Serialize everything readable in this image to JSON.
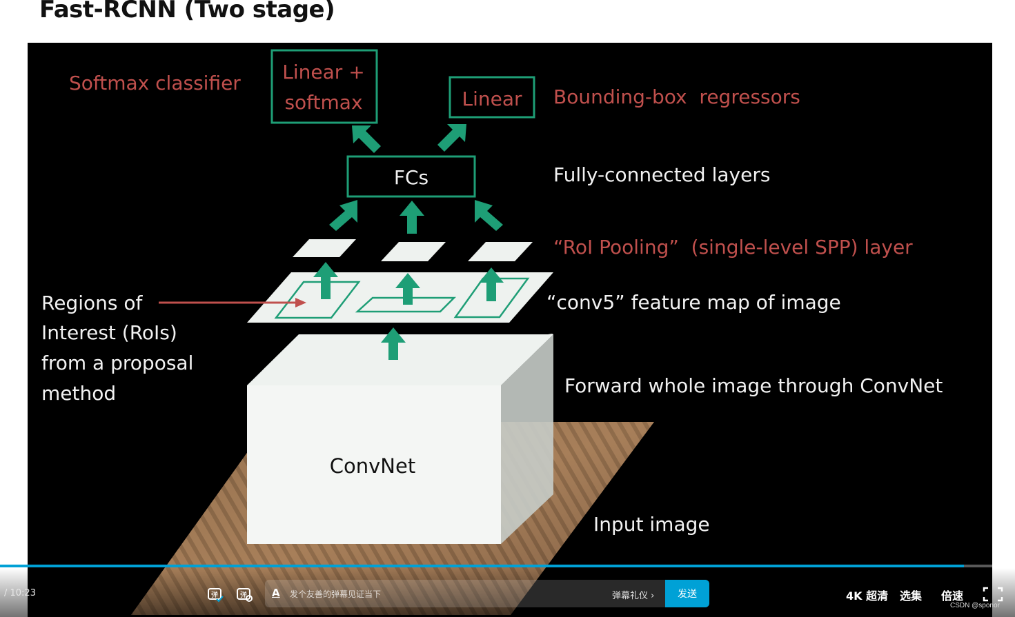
{
  "slide": {
    "title": "Fast-RCNN (Two stage)"
  },
  "diagram": {
    "labels": {
      "softmax_classifier": "Softmax classifier",
      "linear_softmax_line1": "Linear +",
      "linear_softmax_line2": "softmax",
      "linear": "Linear",
      "bbox_regressors": "Bounding-box  regressors",
      "fcs": "FCs",
      "fully_connected": "Fully-connected layers",
      "roi_pooling": "“RoI Pooling”  (single-level SPP) layer",
      "conv5": "“conv5” feature map of image",
      "regions_line1": "Regions of",
      "regions_line2": "Interest (RoIs)",
      "regions_line3": "from a proposal",
      "regions_line4": "method",
      "forward": "Forward whole image through ConvNet",
      "convnet": "ConvNet",
      "input_image": "Input image"
    },
    "colors": {
      "red_label": "#c0504d",
      "green": "#1e9e76",
      "white_label": "#f2f2f2"
    }
  },
  "player": {
    "time": "/ 10:23",
    "progress_fraction": 0.95,
    "danmaku_placeholder": "发个友善的弹幕见证当下",
    "etiquette": "弹幕礼仪 ›",
    "send": "发送",
    "quality": "4K 超清",
    "episodes": "选集",
    "speed": "倍速",
    "icons": {
      "danmaku_toggle": "danmaku-toggle-icon",
      "danmaku_settings": "danmaku-settings-icon",
      "font_style": "font-a-icon",
      "fullscreen": "fullscreen-icon"
    }
  },
  "watermark": "CSDN @sponor"
}
